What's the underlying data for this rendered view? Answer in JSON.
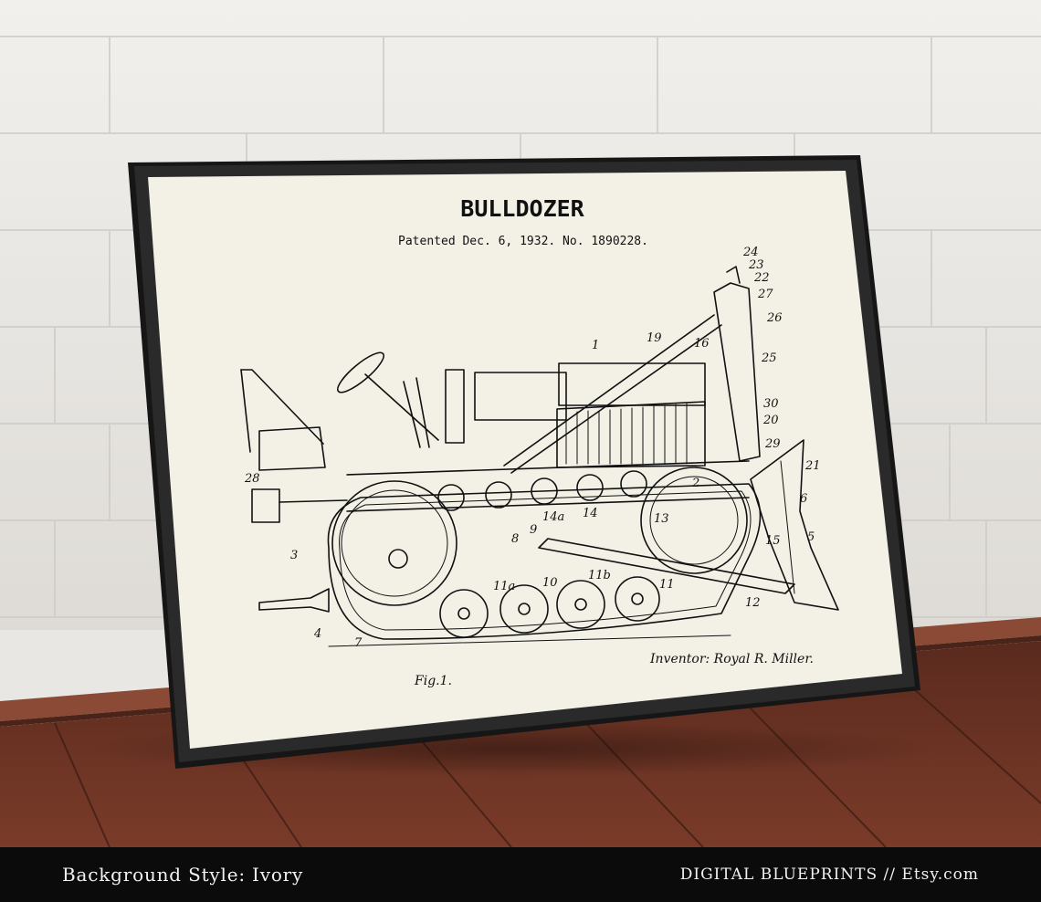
{
  "poster": {
    "title": "BULLDOZER",
    "subtitle": "Patented Dec. 6, 1932.   No. 1890228.",
    "inventor": "Inventor: Royal R. Miller.",
    "figure": "Fig.1.",
    "part_numbers": [
      "1",
      "2",
      "3",
      "4",
      "5",
      "6",
      "7",
      "8",
      "9",
      "10",
      "11",
      "11a",
      "11b",
      "12",
      "13",
      "14",
      "14a",
      "15",
      "16",
      "19",
      "20",
      "21",
      "22",
      "23",
      "24",
      "25",
      "26",
      "27",
      "28",
      "29",
      "30"
    ]
  },
  "caption": {
    "left": "Background Style: Ivory",
    "right": "DIGITAL BLUEPRINTS // Etsy.com"
  },
  "colors": {
    "wall": "#e9e7e3",
    "floor": "#6b3425",
    "frame": "#1a1a1a",
    "paper": "#f3f0e6",
    "ink": "#111111",
    "caption_bar": "#0b0b0b"
  }
}
